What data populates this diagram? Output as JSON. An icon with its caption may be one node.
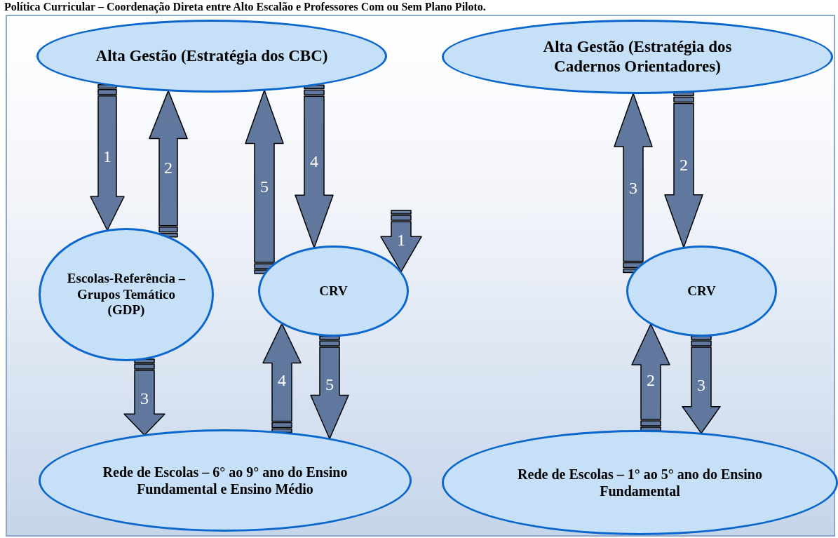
{
  "diagram": {
    "title": "Política Curricular – Coordenação Direta entre Alto Escalão e Professores Com ou Sem Plano Piloto.",
    "nodes": [
      {
        "text": [
          "Alta Gestão (Estratégia dos CBC)"
        ]
      },
      {
        "text": [
          "Alta Gestão (Estratégia dos Cadernos Orientadores)"
        ]
      },
      {
        "text": [
          "Escolas-Referência – Grupos Temático (GDP)"
        ]
      },
      {
        "text": [
          "CRV"
        ]
      },
      {
        "text": [
          "CRV"
        ]
      },
      {
        "text": [
          "Rede de Escolas – 6° ao 9° ano do Ensino Fundamental e Ensino Médio"
        ]
      },
      {
        "text": [
          "Rede de Escolas – 1° ao 5° ano do Ensino Fundamental"
        ]
      }
    ],
    "edges": [
      {
        "from": 0,
        "to": 2,
        "arrow": "to",
        "label": "1"
      },
      {
        "from": 2,
        "to": 0,
        "arrow": "to",
        "label": "2"
      },
      {
        "from": 3,
        "to": 0,
        "arrow": "to",
        "label": "5"
      },
      {
        "from": 0,
        "to": 3,
        "arrow": "to",
        "label": "4"
      },
      {
        "from": null,
        "to": 3,
        "arrow": "to",
        "label": "1"
      },
      {
        "from": 2,
        "to": 5,
        "arrow": "to",
        "label": "3"
      },
      {
        "from": 5,
        "to": 3,
        "arrow": "to",
        "label": "4"
      },
      {
        "from": 3,
        "to": 5,
        "arrow": "to",
        "label": "5"
      },
      {
        "from": 4,
        "to": 1,
        "arrow": "to",
        "label": "3"
      },
      {
        "from": 1,
        "to": 4,
        "arrow": "to",
        "label": "2"
      },
      {
        "from": 6,
        "to": 4,
        "arrow": "to",
        "label": "2"
      },
      {
        "from": 4,
        "to": 6,
        "arrow": "to",
        "label": "3"
      }
    ]
  }
}
